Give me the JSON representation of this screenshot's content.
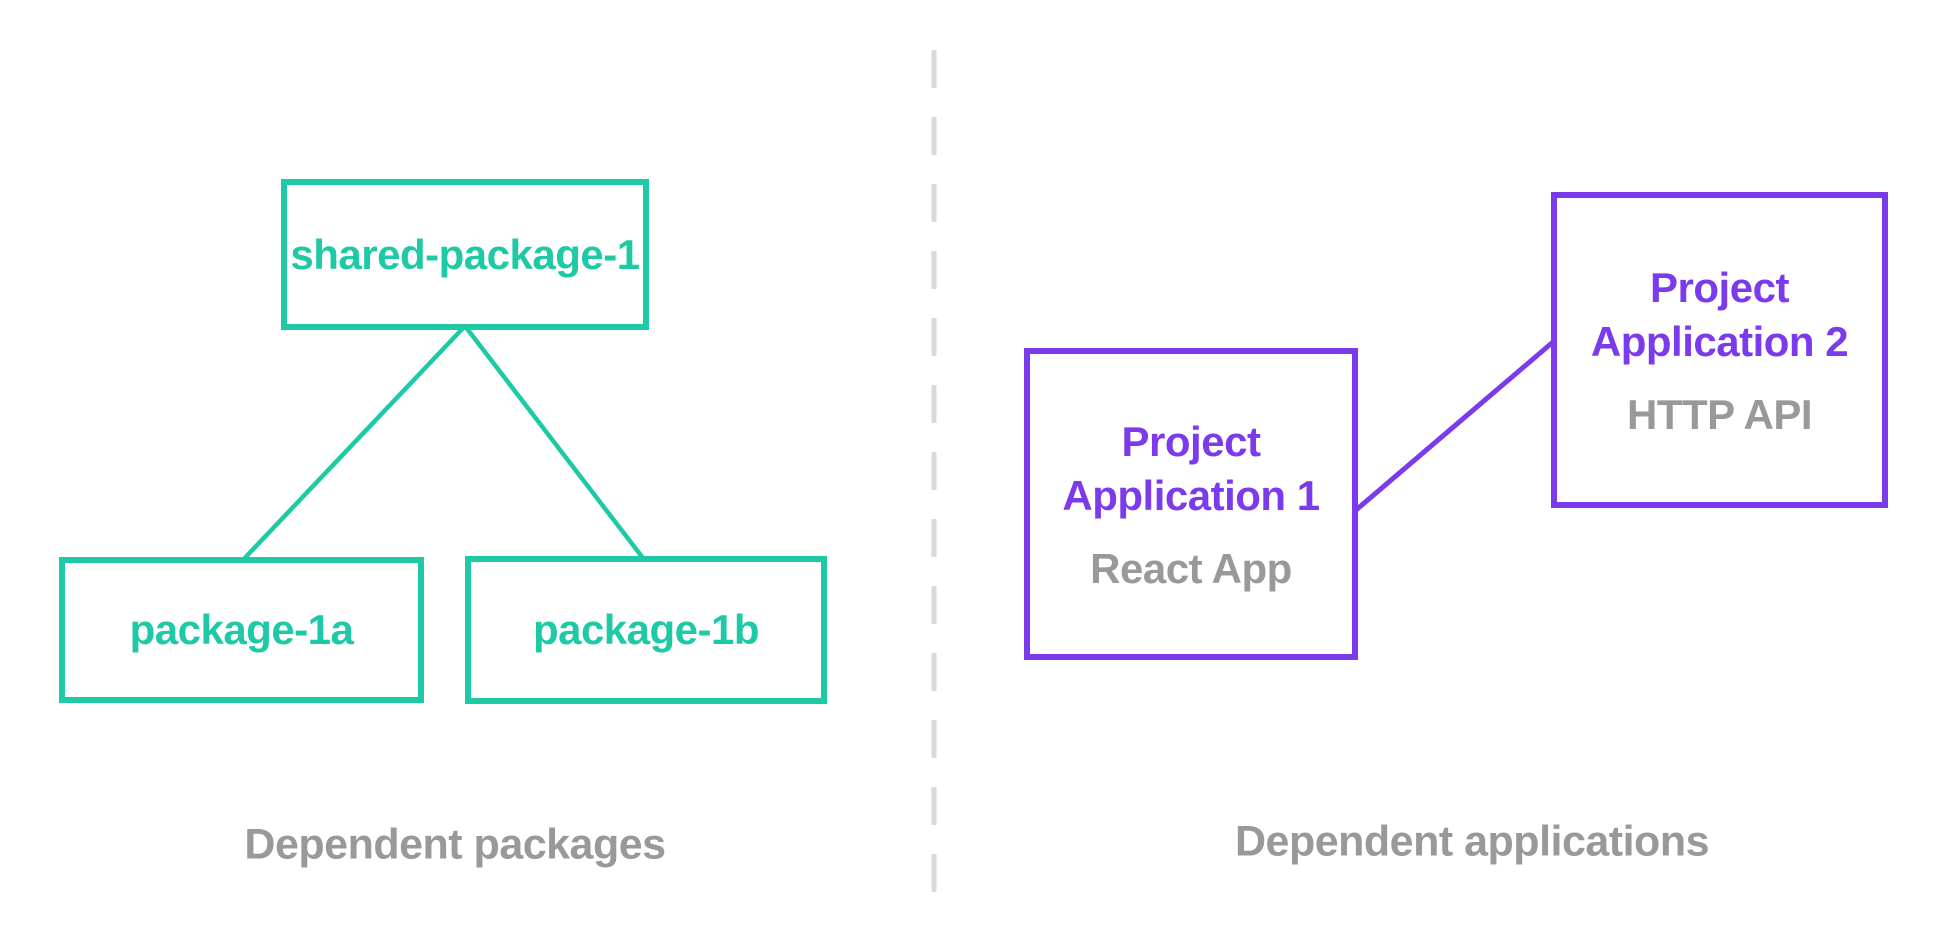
{
  "colors": {
    "teal": "#1ec9a6",
    "purple": "#7c3aed",
    "gray_text": "#999999",
    "divider": "#d9d9d9",
    "background": "#ffffff"
  },
  "left_section": {
    "caption": "Dependent packages",
    "root_node": {
      "label": "shared-package-1"
    },
    "child_nodes": [
      {
        "label": "package-1a"
      },
      {
        "label": "package-1b"
      }
    ]
  },
  "right_section": {
    "caption": "Dependent applications",
    "app_nodes": [
      {
        "title_lines": [
          "Project",
          "Application 1"
        ],
        "subtitle": "React App"
      },
      {
        "title_lines": [
          "Project",
          "Application 2"
        ],
        "subtitle": "HTTP API"
      }
    ]
  }
}
